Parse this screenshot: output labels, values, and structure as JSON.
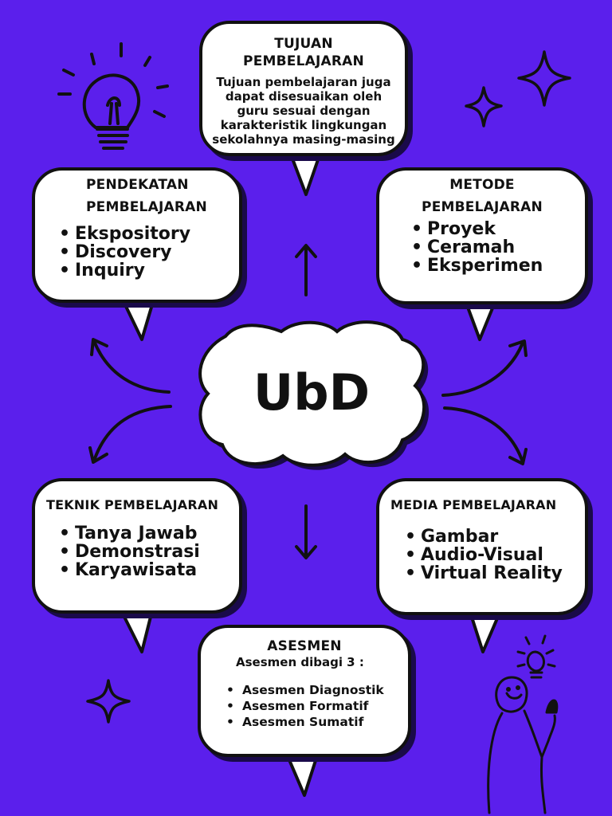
{
  "center": {
    "label": "UbD"
  },
  "tujuan": {
    "title": "TUJUAN PEMBELAJARAN",
    "text": "Tujuan pembelajaran juga dapat disesuaikan oleh guru sesuai dengan karakteristik lingkungan sekolahnya masing-masing"
  },
  "pendekatan": {
    "title_line1": "PENDEKATAN",
    "title_line2": "PEMBELAJARAN",
    "items": [
      "Ekspository",
      "Discovery",
      "Inquiry"
    ]
  },
  "metode": {
    "title_line1": "METODE",
    "title_line2": "PEMBELAJARAN",
    "items": [
      "Proyek",
      "Ceramah",
      "Eksperimen"
    ]
  },
  "teknik": {
    "title": "TEKNIK PEMBELAJARAN",
    "items": [
      "Tanya Jawab",
      "Demonstrasi",
      "Karyawisata"
    ]
  },
  "media": {
    "title": "MEDIA PEMBELAJARAN",
    "items": [
      "Gambar",
      "Audio-Visual",
      "Virtual Reality"
    ]
  },
  "asesmen": {
    "title": "ASESMEN",
    "subtitle": "Asesmen dibagi  3 :",
    "items": [
      "Asesmen Diagnostik",
      "Asesmen Formatif",
      "Asesmen Sumatif"
    ]
  },
  "colors": {
    "background": "#5b1fec",
    "bubble": "#ffffff",
    "outline": "#111111"
  },
  "icons": [
    "lightbulb-icon",
    "sparkle-icon",
    "arrow-icon",
    "person-with-idea-icon"
  ]
}
